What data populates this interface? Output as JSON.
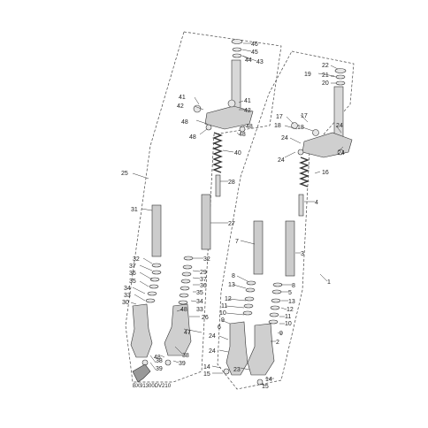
{
  "diagram_code": "BX91300DV210",
  "callouts": [
    {
      "id": "c46",
      "text": "46"
    },
    {
      "id": "c45",
      "text": "45"
    },
    {
      "id": "c44",
      "text": "44"
    },
    {
      "id": "c43",
      "text": "43"
    },
    {
      "id": "c41a",
      "text": "41"
    },
    {
      "id": "c42a",
      "text": "42"
    },
    {
      "id": "c41b",
      "text": "41"
    },
    {
      "id": "c42b",
      "text": "42"
    },
    {
      "id": "c48a",
      "text": "48"
    },
    {
      "id": "c48b",
      "text": "48"
    },
    {
      "id": "c48c",
      "text": "48"
    },
    {
      "id": "c48d",
      "text": "48"
    },
    {
      "id": "c40",
      "text": "40"
    },
    {
      "id": "c25",
      "text": "25"
    },
    {
      "id": "c28",
      "text": "28"
    },
    {
      "id": "c31",
      "text": "31"
    },
    {
      "id": "c27",
      "text": "27"
    },
    {
      "id": "c32a",
      "text": "32"
    },
    {
      "id": "c32b",
      "text": "32"
    },
    {
      "id": "c37a",
      "text": "37"
    },
    {
      "id": "c29",
      "text": "29"
    },
    {
      "id": "c36a",
      "text": "36"
    },
    {
      "id": "c37b",
      "text": "37"
    },
    {
      "id": "c35a",
      "text": "35"
    },
    {
      "id": "c36b",
      "text": "36"
    },
    {
      "id": "c34a",
      "text": "34"
    },
    {
      "id": "c35b",
      "text": "35"
    },
    {
      "id": "c33a",
      "text": "33"
    },
    {
      "id": "c34b",
      "text": "34"
    },
    {
      "id": "c30",
      "text": "30"
    },
    {
      "id": "c33b",
      "text": "33"
    },
    {
      "id": "c48e",
      "text": "48"
    },
    {
      "id": "c26",
      "text": "26"
    },
    {
      "id": "c47",
      "text": "47"
    },
    {
      "id": "c38a",
      "text": "38"
    },
    {
      "id": "c48f",
      "text": "48"
    },
    {
      "id": "c38b",
      "text": "38"
    },
    {
      "id": "c39a",
      "text": "39"
    },
    {
      "id": "c39b",
      "text": "39"
    },
    {
      "id": "c22",
      "text": "22"
    },
    {
      "id": "c19",
      "text": "19"
    },
    {
      "id": "c21",
      "text": "21"
    },
    {
      "id": "c20",
      "text": "20"
    },
    {
      "id": "c17a",
      "text": "17"
    },
    {
      "id": "c17b",
      "text": "17"
    },
    {
      "id": "c18a",
      "text": "18"
    },
    {
      "id": "c18b",
      "text": "18"
    },
    {
      "id": "c24a",
      "text": "24"
    },
    {
      "id": "c24b",
      "text": "24"
    },
    {
      "id": "c24c",
      "text": "24"
    },
    {
      "id": "c24d",
      "text": "24"
    },
    {
      "id": "c16",
      "text": "16"
    },
    {
      "id": "c4",
      "text": "4"
    },
    {
      "id": "c7",
      "text": "7"
    },
    {
      "id": "c3",
      "text": "3"
    },
    {
      "id": "c1",
      "text": "1"
    },
    {
      "id": "c8a",
      "text": "8"
    },
    {
      "id": "c13a",
      "text": "13"
    },
    {
      "id": "c12a",
      "text": "12"
    },
    {
      "id": "c8b",
      "text": "8"
    },
    {
      "id": "c11a",
      "text": "11"
    },
    {
      "id": "c5",
      "text": "5"
    },
    {
      "id": "c10a",
      "text": "10"
    },
    {
      "id": "c13b",
      "text": "13"
    },
    {
      "id": "c9a",
      "text": "9"
    },
    {
      "id": "c12b",
      "text": "12"
    },
    {
      "id": "c6",
      "text": "6"
    },
    {
      "id": "c11b",
      "text": "11"
    },
    {
      "id": "c10b",
      "text": "10"
    },
    {
      "id": "c9b",
      "text": "9"
    },
    {
      "id": "c24e",
      "text": "24"
    },
    {
      "id": "c2",
      "text": "2"
    },
    {
      "id": "c24f",
      "text": "24"
    },
    {
      "id": "c23",
      "text": "23"
    },
    {
      "id": "c14a",
      "text": "14"
    },
    {
      "id": "c15a",
      "text": "15"
    },
    {
      "id": "c14b",
      "text": "14"
    },
    {
      "id": "c15b",
      "text": "15"
    }
  ]
}
